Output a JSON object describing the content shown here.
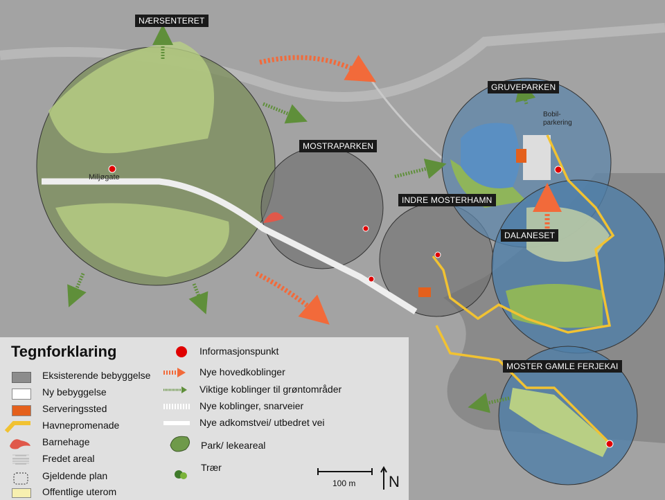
{
  "areas": [
    {
      "name": "NÆRSENTERET"
    },
    {
      "name": "MOSTRAPARKEN"
    },
    {
      "name": "INDRE MOSTERHAMN"
    },
    {
      "name": "GRUVEPARKEN"
    },
    {
      "name": "DALANESET"
    },
    {
      "name": "MOSTER GAMLE FERJEKAI"
    }
  ],
  "map_labels": {
    "street": "Miljøgate",
    "parking": "Bobil-\nparkering"
  },
  "legend": {
    "title": "Tegnforklaring",
    "items_left": [
      {
        "label": "Eksisterende bebyggelse",
        "icon": "grey-rect",
        "color": "#8c8c8c"
      },
      {
        "label": "Ny bebyggelse",
        "icon": "white-rect",
        "color": "#ffffff"
      },
      {
        "label": "Serveringssted",
        "icon": "orange-rect",
        "color": "#e4601c"
      },
      {
        "label": "Havnepromenade",
        "icon": "yellow-line",
        "color": "#f1c232"
      },
      {
        "label": "Barnehage",
        "icon": "red-blob",
        "color": "#e0584a"
      },
      {
        "label": "Fredet areal",
        "icon": "hatch",
        "color": "#cccccc"
      },
      {
        "label": "Gjeldende plan",
        "icon": "dashed-outline",
        "color": "#222222"
      },
      {
        "label": "Offentlige uterom",
        "icon": "yellow-rect",
        "color": "#f7f0b0"
      }
    ],
    "items_right": [
      {
        "label": "Informasjonspunkt",
        "icon": "red-dot",
        "color": "#e00000"
      },
      {
        "label": "Nye hovedkoblinger",
        "icon": "orange-dashed-arrow",
        "color": "#f26a3a"
      },
      {
        "label": "Viktige koblinger til grøntområder",
        "icon": "green-dashed-arrow",
        "color": "#5f8f3a"
      },
      {
        "label": "Nye koblinger, snarveier",
        "icon": "white-dashed-line",
        "color": "#ffffff"
      },
      {
        "label": "Nye adkomstvei/ utbedret vei",
        "icon": "white-line",
        "color": "#ffffff"
      },
      {
        "label": "Park/ lekeareal",
        "icon": "green-blob",
        "color": "#6f9a4a"
      },
      {
        "label": "Trær",
        "icon": "trees",
        "color": "#3f7a2a"
      }
    ],
    "scale": "100 m",
    "north": "N"
  }
}
